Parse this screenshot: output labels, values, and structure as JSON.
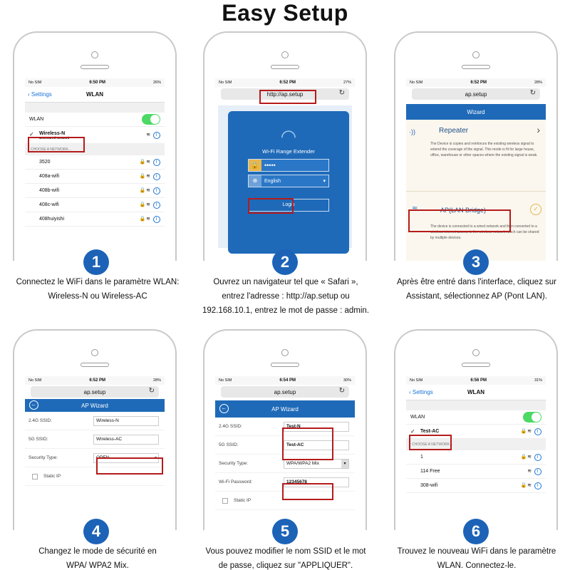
{
  "title": "Easy Setup",
  "colors": {
    "accent": "#1c63b7",
    "highlight": "#b51b1b",
    "toggle": "#4cd964"
  },
  "steps": [
    {
      "number": "1",
      "caption_lines": [
        "Connectez le WiFi dans le paramètre WLAN:",
        "Wireless-N ou Wireless-AC"
      ]
    },
    {
      "number": "2",
      "caption_lines": [
        "Ouvrez un navigateur tel que « Safari »,",
        "entrez l'adresse : http://ap.setup ou",
        "192.168.10.1, entrez le mot de passe : admin."
      ]
    },
    {
      "number": "3",
      "caption_lines": [
        "Après être entré dans l'interface, cliquez sur",
        "Assistant, sélectionnez AP (Pont LAN)."
      ]
    },
    {
      "number": "4",
      "caption_lines": [
        "Changez le mode de sécurité en",
        "WPA/ WPA2 Mix."
      ]
    },
    {
      "number": "5",
      "caption_lines": [
        "Vous pouvez modifier le nom SSID et le mot",
        "de passe, cliquez sur \"APPLIQUER\"."
      ]
    },
    {
      "number": "6",
      "caption_lines": [
        "Trouvez le nouveau WiFi dans le paramètre",
        "WLAN. Connectez-le."
      ]
    }
  ],
  "phone1": {
    "carrier": "No SIM",
    "time": "6:50 PM",
    "battery": "26%",
    "back": "Settings",
    "nav_title": "WLAN",
    "wlan_label": "WLAN",
    "connected_name": "Wireless-N",
    "connected_sub": "Unsecured Network",
    "section": "CHOOSE A NETWORK...",
    "networks": [
      "3520",
      "408a-wifi",
      "408b-wifi",
      "408c-wifi",
      "408huiyishi"
    ]
  },
  "phone2": {
    "carrier": "No SIM",
    "time": "6:52 PM",
    "battery": "27%",
    "url": "http://ap.setup",
    "heading": "Wi-Fi Range Extender",
    "password": "•••••",
    "language": "English",
    "login": "Login"
  },
  "phone3": {
    "carrier": "No SIM",
    "time": "6:52 PM",
    "battery": "28%",
    "url": "ap.setup",
    "bar": "Wizard",
    "repeater": "Repeater",
    "repeater_desc": "The Device is copies and reinforces the existing wireless signal to extend the coverage of the signal. This mode is fit for large house, office, warehouse or other spaces where the existing signal is weak.",
    "ap": "AP(LAN Bridge)",
    "ap_desc": "The device is connected to a wired network and then converted to a wireless internet access to the wireless network which can be shared by multiple devices."
  },
  "phone4": {
    "carrier": "No SIM",
    "time": "6:52 PM",
    "battery": "28%",
    "url": "ap.setup",
    "bar": "AP Wizard",
    "fields": [
      {
        "label": "2.4G SSID:",
        "value": "Wireless-N"
      },
      {
        "label": "5G SSID:",
        "value": "Wireless-AC"
      },
      {
        "label": "Security Type:",
        "value": "OPEN"
      }
    ],
    "static_ip": "Static IP"
  },
  "phone5": {
    "carrier": "No SIM",
    "time": "6:54 PM",
    "battery": "30%",
    "url": "ap.setup",
    "bar": "AP Wizard",
    "fields": [
      {
        "label": "2.4G SSID:",
        "value": "Test-N"
      },
      {
        "label": "5G SSID:",
        "value": "Test-AC"
      },
      {
        "label": "Security Type:",
        "value": "WPA/WPA2 Mix"
      },
      {
        "label": "Wi-Fi Password:",
        "value": "12345678"
      }
    ],
    "static_ip": "Static IP"
  },
  "phone6": {
    "carrier": "No SIM",
    "time": "6:56 PM",
    "battery": "31%",
    "back": "Settings",
    "nav_title": "WLAN",
    "wlan_label": "WLAN",
    "connected_name": "Test-AC",
    "section": "CHOOSE A NETWORK...",
    "networks": [
      "1",
      "114 Free",
      "308-wifi"
    ]
  }
}
